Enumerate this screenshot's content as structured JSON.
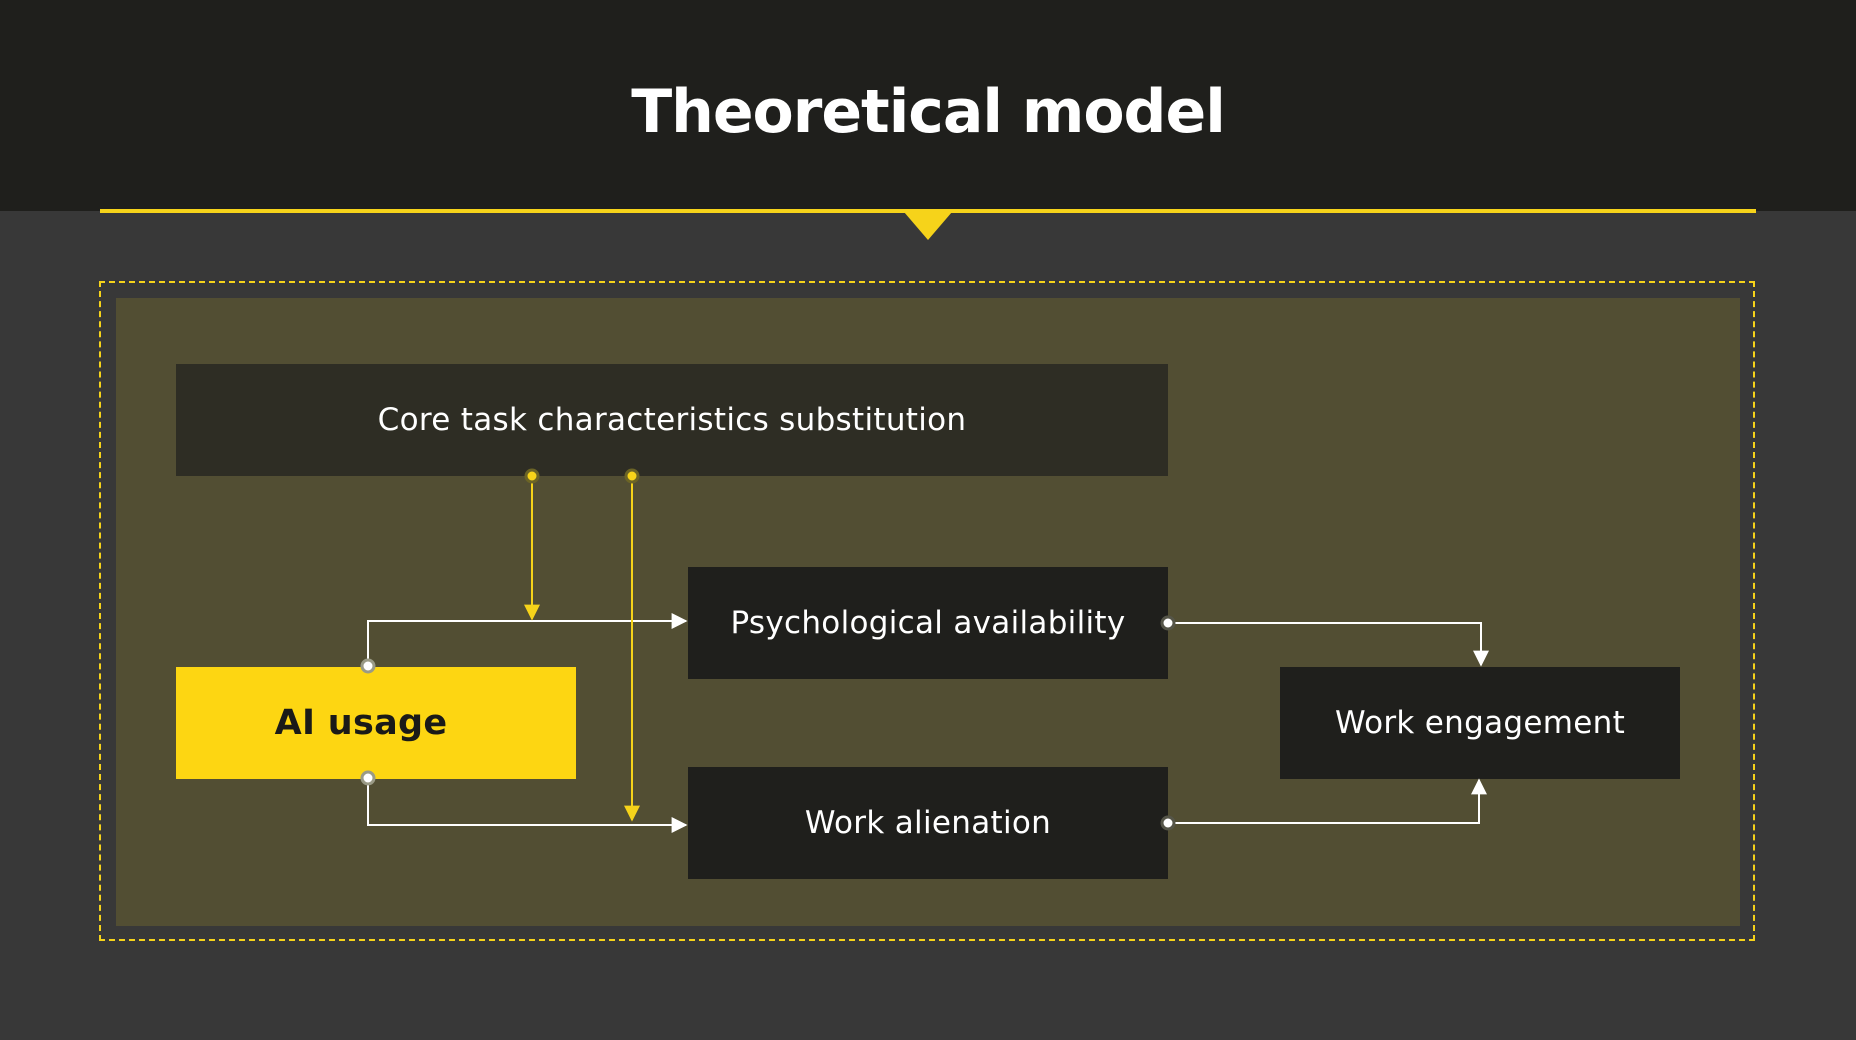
{
  "slide": {
    "title": "Theoretical model"
  },
  "nodes": {
    "core_task": "Core task characteristics substitution",
    "psych_availability": "Psychological availability",
    "ai_usage": "AI usage",
    "work_engagement": "Work engagement",
    "work_alienation": "Work alienation"
  },
  "colors": {
    "accent": "#fdd612",
    "header_bg": "#1f1f1c",
    "page_bg": "#383838",
    "panel_bg": "#524e33",
    "node_bg": "#1f1f1c",
    "link_white": "#ffffff",
    "link_yellow": "#f6d31a"
  }
}
